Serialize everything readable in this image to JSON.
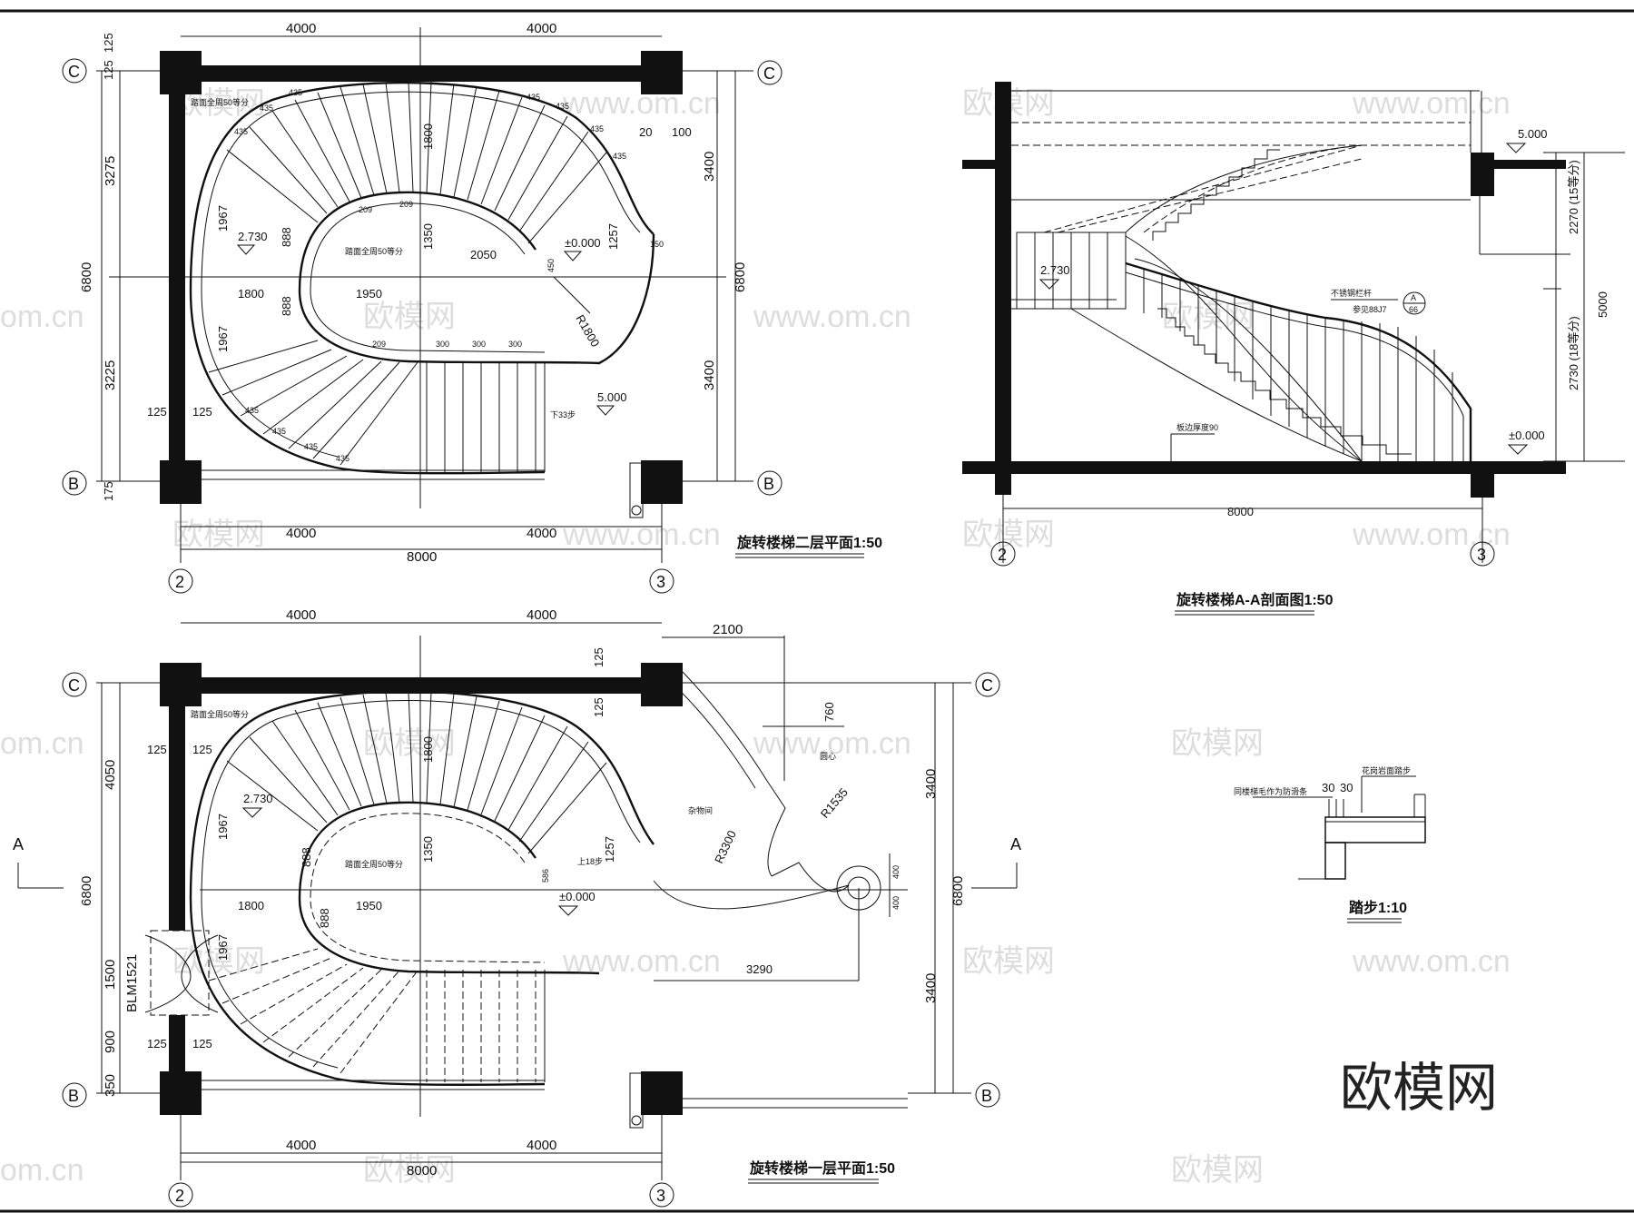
{
  "grid_labels": {
    "c": "C",
    "b": "B",
    "n2": "2",
    "n3": "3",
    "a": "A"
  },
  "plan2": {
    "title": "旋转楼梯二层平面1:50",
    "dims": {
      "top_left": "4000",
      "top_right": "4000",
      "bottom_left": "4000",
      "bottom_right": "4000",
      "bottom_total": "8000",
      "left_total": "6800",
      "left_upper": "3275",
      "left_lower": "3225",
      "left_top1": "125",
      "left_top2": "125",
      "left_bottom": "175",
      "right_upper": "3400",
      "right_lower": "3400",
      "right_total": "6800",
      "right_20": "20",
      "right_100": "100",
      "v1800": "1800",
      "v1350": "1350",
      "h2050": "2050",
      "h1800": "1800",
      "h1950": "1950",
      "v1967a": "1967",
      "v1967b": "1967",
      "v888a": "888",
      "v888b": "888",
      "v1257": "1257",
      "v450": "450",
      "v150": "150",
      "radius": "R1800",
      "w125a": "125",
      "w125b": "125"
    },
    "levels": {
      "upper": "2.730",
      "zero": "±0.000",
      "floor": "5.000"
    },
    "notes": {
      "outer_div": "踏面全周50等分",
      "inner_div": "踏面全周50等分",
      "down": "下33步"
    },
    "tread_outer": "435",
    "tread_inner": "209",
    "tread_straight": "300"
  },
  "section": {
    "title": "旋转楼梯A-A剖面图1:50",
    "dims": {
      "total_width": "8000",
      "h_upper": "2270 (15等分)",
      "h_total": "5000",
      "h_lower": "2730 (18等分)"
    },
    "levels": {
      "top": "5.000",
      "mid": "2.730",
      "zero": "±0.000"
    },
    "notes": {
      "rail": "不锈钢栏杆",
      "rail_ref": "参见88J7",
      "slab": "板边厚度90"
    },
    "detail_marker": {
      "top": "A",
      "bottom": "66"
    }
  },
  "plan1": {
    "title": "旋转楼梯一层平面1:50",
    "dims": {
      "top_left": "4000",
      "top_right": "4000",
      "bottom_left": "4000",
      "bottom_right": "4000",
      "bottom_total": "8000",
      "left_total": "6800",
      "left_upper": "4050",
      "left_door": "1500",
      "left_900": "900",
      "left_350": "350",
      "right_upper": "3400",
      "right_lower": "3400",
      "right_total": "6800",
      "d2100": "2100",
      "d125": "125",
      "d125b": "125",
      "d760": "760",
      "d3290": "3290",
      "d400a": "400",
      "d400b": "400",
      "r3300": "R3300",
      "r1535": "R1535",
      "v1800": "1800",
      "v1350": "1350",
      "h1800": "1800",
      "h1950": "1950",
      "v1967a": "1967",
      "v1967b": "1967",
      "v888a": "888",
      "v888b": "888",
      "v1257": "1257",
      "v586": "586",
      "w125a": "125",
      "w125b": "125",
      "w125c": "125",
      "w125d": "125"
    },
    "levels": {
      "upper": "2.730",
      "zero": "±0.000"
    },
    "notes": {
      "outer_div": "踏面全周50等分",
      "inner_div": "踏面全周50等分",
      "up": "上18步",
      "circle": "圆心",
      "storage": "杂物间"
    },
    "door": "BLM1521"
  },
  "detail": {
    "title": "踏步1:10",
    "notes": {
      "left": "同楼梯毛作为防滑条",
      "right": "花岗岩面踏步"
    },
    "dims": {
      "a": "30",
      "b": "30"
    }
  },
  "watermark": "欧模网",
  "ghost_marks": [
    "欧模网",
    "www.om.cn",
    "om.cn"
  ]
}
